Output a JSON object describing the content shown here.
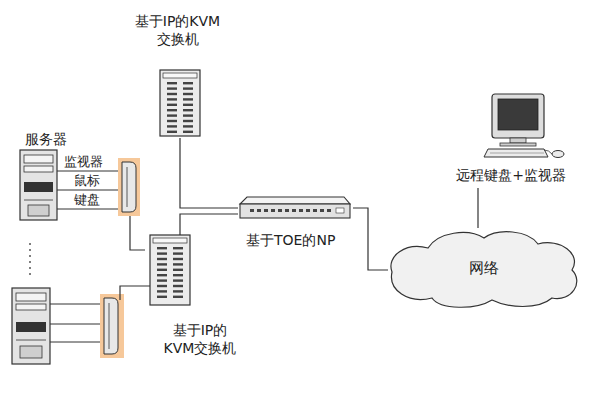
{
  "diagram": {
    "nodes": [
      {
        "text": [
          "基于IP的KVM 交换机"
        ]
      },
      {
        "text": [
          "服务器"
        ]
      },
      {
        "text": [
          "基于IP的 KVM交换机"
        ]
      },
      {
        "text": [
          "基于TOE的NP"
        ]
      },
      {
        "text": [
          "网络"
        ]
      },
      {
        "text": [
          "远程键盘+监视器"
        ]
      }
    ],
    "edges": [
      {
        "from": 0,
        "to": 3,
        "arrow": "none"
      },
      {
        "from": 1,
        "to": 2,
        "arrow": "none"
      },
      {
        "from": 2,
        "to": 3,
        "arrow": "none"
      },
      {
        "from": 3,
        "to": 4,
        "arrow": "none"
      },
      {
        "from": 4,
        "to": 5,
        "arrow": "none"
      }
    ],
    "labels": [
      "监视器",
      "鼠标",
      "键盘"
    ]
  }
}
